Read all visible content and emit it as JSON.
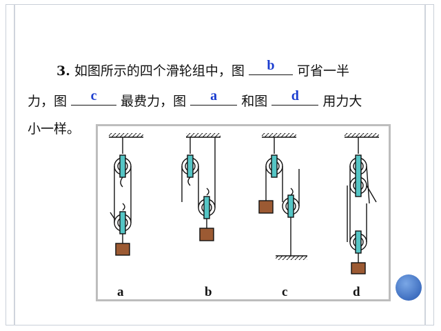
{
  "question": {
    "number": "3.",
    "line1_text1": "如图所示的四个滑轮组中，图",
    "line1_text2": "可省一半",
    "line2_text1": "力，图",
    "line2_text2": "最费力，图",
    "line2_text3": "和图",
    "line2_text4": "用力大",
    "line3_text": "小一样。",
    "answers": {
      "half_force": "b",
      "most_force": "c",
      "same_a": "a",
      "same_b": "d"
    }
  },
  "figure": {
    "labels": [
      "a",
      "b",
      "c",
      "d"
    ],
    "colors": {
      "axle": "#55c5c5",
      "weight": "#9c5a33",
      "line": "#111111"
    }
  }
}
